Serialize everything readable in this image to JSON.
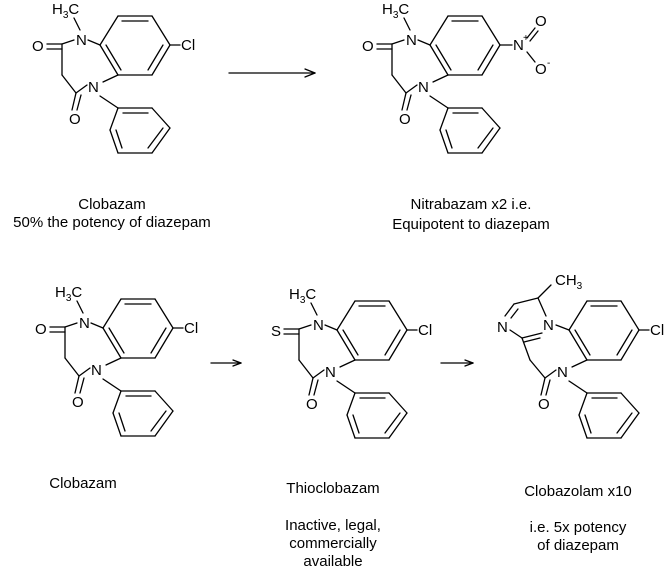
{
  "captions": {
    "clobazam_top": "Clobazam",
    "clobazam_top_note": "50% the potency of diazepam",
    "nitrabazam": "Nitrabazam x2 i.e.",
    "nitrabazam_note": "Equipotent to diazepam",
    "clobazam_bottom": "Clobazam",
    "thioclobazam": "Thioclobazam",
    "thioclobazam_note_1": "Inactive, legal,",
    "thioclobazam_note_2": "commercially",
    "thioclobazam_note_3": "available",
    "clobazolam": "Clobazolam x10",
    "clobazolam_note_1": "i.e. 5x potency",
    "clobazolam_note_2": "of diazepam"
  },
  "atoms": {
    "methyl": "H3C",
    "methyl_prefix": "H",
    "methyl_sub": "3",
    "methyl_suffix": "C",
    "ch3": "CH3",
    "ch3_prefix": "CH",
    "ch3_sub": "3",
    "nitrogen": "N",
    "oxygen": "O",
    "chlorine": "Cl",
    "sulfur": "S",
    "nitro_charge_plus": "+",
    "nitro_charge_minus": "-"
  }
}
